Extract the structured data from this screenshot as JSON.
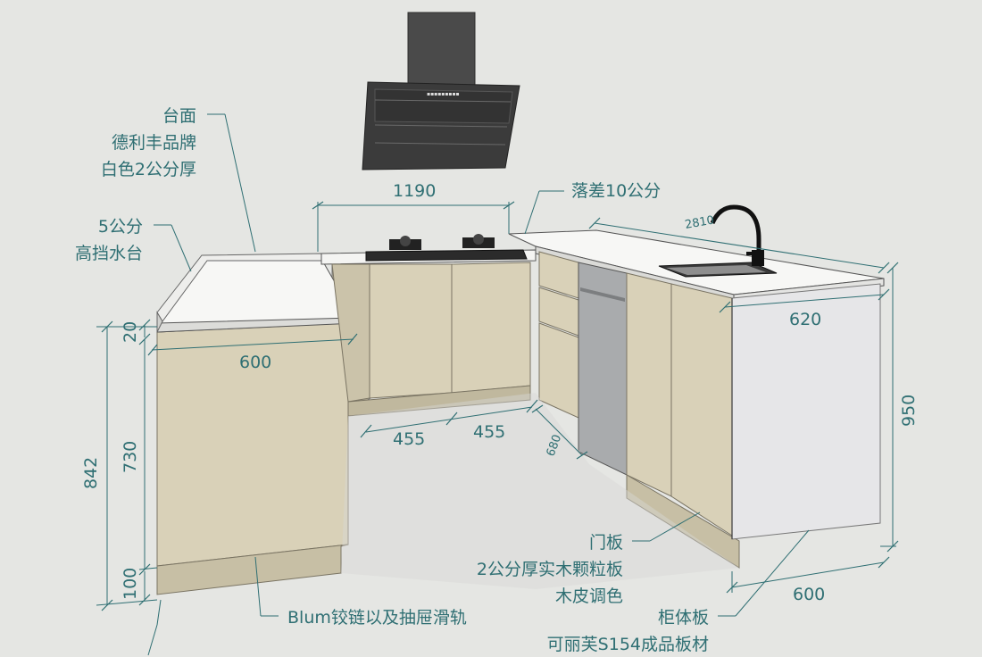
{
  "colors": {
    "background": "#e5e6e3",
    "annotation": "#2f6f73",
    "cabinet_door": "#d9d1b8",
    "countertop": "#f7f7f5",
    "side_panel": "#e6e6e8",
    "hood": "#3b3b3b",
    "appliance_steel": "#a9abad"
  },
  "callouts": {
    "countertop_lines": [
      "台面",
      "德利丰品牌",
      "白色2公分厚"
    ],
    "backsplash_lines": [
      "5公分",
      "高挡水台"
    ],
    "drop_label": "落差10公分",
    "door_lines": [
      "门板",
      "2公分厚实木颗粒板",
      "木皮调色"
    ],
    "carcass_lines": [
      "柜体板",
      "可丽芙S154成品板材"
    ],
    "hinge_label": "Blum铰链以及抽屉滑轨"
  },
  "dimensions": {
    "hob_span": "1190",
    "left_depth": "600",
    "left_height_total": "842",
    "left_height_body": "730",
    "left_top_thickness": "20",
    "plinth": "100",
    "drawer_a": "455",
    "drawer_b": "455",
    "inner_depth": "680",
    "run_length": "2810",
    "sink_depth": "620",
    "right_height": "950",
    "right_depth": "600"
  },
  "appliances": {
    "hood_brand_text": "▪▪▪▪▪▪▪▪▪"
  }
}
